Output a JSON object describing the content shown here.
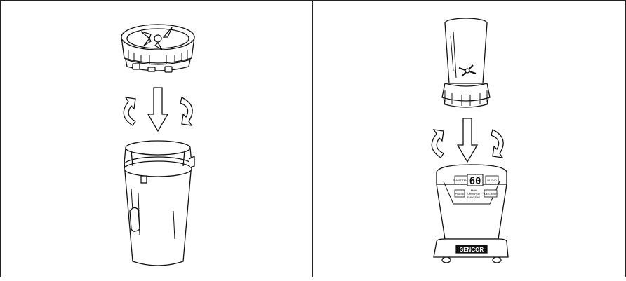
{
  "display": {
    "timer": "60",
    "btn_top_left": "SMART TEMP",
    "btn_top_right": "BLEND",
    "btn_bottom_left": "PULSE",
    "btn_bottom_mid_1": "Multi",
    "btn_bottom_mid_2": "CRUSHED",
    "btn_bottom_mid_3": "SMOOTHIE",
    "btn_bottom_right": "ICE CRUSH"
  },
  "brand": "SENCOR"
}
